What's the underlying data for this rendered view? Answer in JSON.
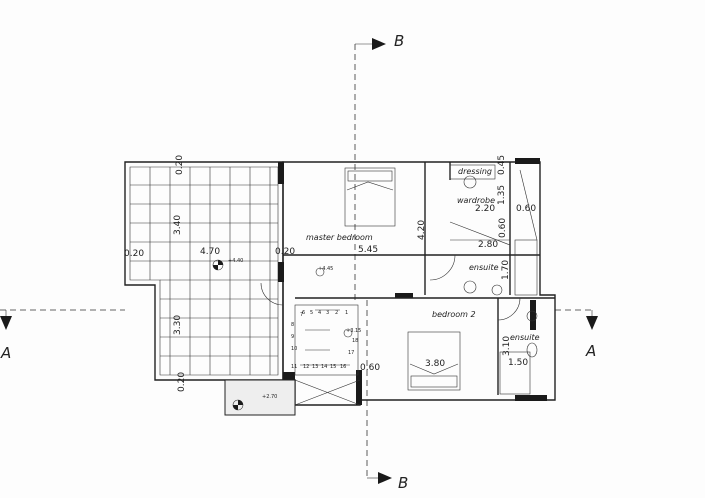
{
  "section_markers": {
    "top_b": "B",
    "bottom_b": "B",
    "left_a": "A",
    "right_a": "A"
  },
  "rooms": {
    "master_bedroom": "master bedroom",
    "dressing": "dressing",
    "wardrobe": "wardrobe",
    "ensuite_1": "ensuite",
    "bedroom_2": "bedroom 2",
    "ensuite_2": "ensuite"
  },
  "levels": {
    "terrace": "+4.40",
    "master_bedroom": "+4.45",
    "stair_landing": "+3.15",
    "lower_terrace": "+2.70"
  },
  "dimensions": {
    "terrace_wall_top": "0.20",
    "terrace_depth": "3.40",
    "terrace_wall_left": "0.20",
    "terrace_width": "4.70",
    "terrace_wall_right": "0.20",
    "master_width": "5.45",
    "master_depth": "4.20",
    "dressing_wall": "0.45",
    "wardrobe_depth": "1.35",
    "wardrobe_width": "2.20",
    "shower_width": "0.60",
    "wardrobe_gap": "0.60",
    "ensuite_width": "2.80",
    "ensuite_depth": "1.70",
    "terrace_lower_depth": "3.30",
    "terrace_lower_wall": "0.20",
    "bedroom2_depth": "3.10",
    "ensuite2_width": "1.50",
    "bedroom2_width": "3.80",
    "bedroom2_wall": "0.60"
  },
  "stair_steps": [
    "1",
    "2",
    "3",
    "4",
    "5",
    "6",
    "7",
    "8",
    "9",
    "10",
    "11",
    "12",
    "13",
    "14",
    "15",
    "16",
    "17",
    "18"
  ]
}
